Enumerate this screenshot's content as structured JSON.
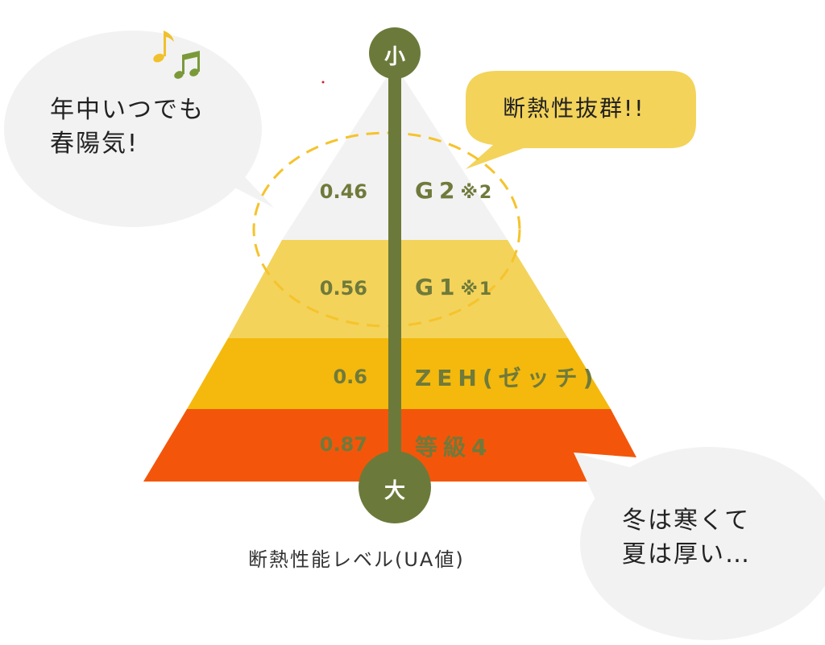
{
  "scale": {
    "top_label": "小",
    "bottom_label": "大",
    "title": "断熱性能レベル(UA値)"
  },
  "tiers": [
    {
      "value": "0.46",
      "grade": "G2",
      "note": "※2",
      "color": "#f2f2f2"
    },
    {
      "value": "0.56",
      "grade": "G1",
      "note": "※1",
      "color": "#f3d35a"
    },
    {
      "value": "0.6",
      "grade": "ZEH(ゼッチ)",
      "note": "",
      "color": "#f4b90c"
    },
    {
      "value": "0.87",
      "grade": "等級4",
      "note": "",
      "color": "#f3560a"
    }
  ],
  "bubbles": {
    "top_left": {
      "line1": "年中いつでも",
      "line2": "春陽気!"
    },
    "top_right": {
      "text": "断熱性抜群!!"
    },
    "bottom_right": {
      "line1": "冬は寒くて",
      "line2": "夏は厚い…"
    }
  },
  "icons": [
    "music-note-icon",
    "beamed-music-note-icon"
  ],
  "colors": {
    "bar": "#6b7a3a",
    "highlight_dash": "#f5c32c",
    "yellow_bubble": "#f3d35a",
    "gray_bubble": "#f2f2f2"
  }
}
